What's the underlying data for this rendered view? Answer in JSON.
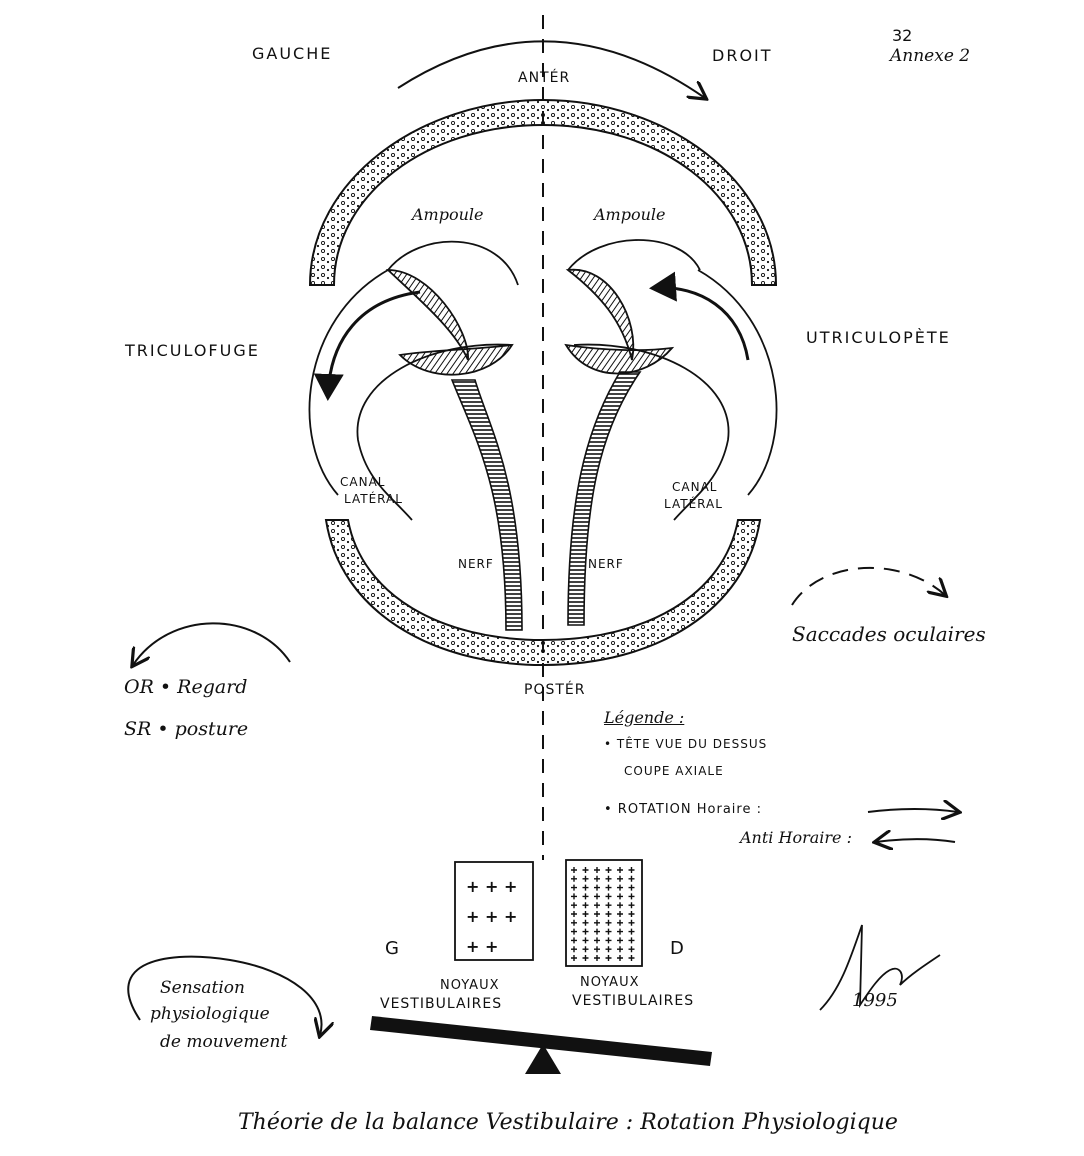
{
  "labels": {
    "left": "GAUCHE",
    "right": "DROIT",
    "anterior": "ANTÉR",
    "posterior": "POSTÉR",
    "page_number": "32",
    "annexe": "Annexe 2",
    "ampoule_left": "Ampoule",
    "ampoule_right": "Ampoule",
    "utriculofuge": "TRICULOFUGE",
    "utriculopete": "UTRICULOPÈTE",
    "canal_left_line1": "CANAL",
    "canal_left_line2": "LATÉRAL",
    "canal_right_line1": "CANAL",
    "canal_right_line2": "LATÉRAL",
    "nerf_left": "NERF",
    "nerf_right": "NERF",
    "saccades": "Saccades oculaires",
    "or_label": "OR • Regard",
    "sr_label": "SR • posture",
    "legend_title": "Légende :",
    "legend_item1_line1": "• TÊTE  VUE  DU  DESSUS",
    "legend_item1_line2": "COUPE  AXIALE",
    "legend_item2": "• ROTATION  Horaire :",
    "legend_item3": "Anti Horaire :",
    "g_label": "G",
    "d_label": "D",
    "noyaux_left_line1": "NOYAUX",
    "noyaux_left_line2": "VESTIBULAIRES",
    "noyaux_right_line1": "NOYAUX",
    "noyaux_right_line2": "VESTIBULAIRES",
    "sensation_line1": "Sensation",
    "sensation_line2": "physiologique",
    "sensation_line3": "de mouvement",
    "signature_year": "1995",
    "caption": "Théorie de la balance Vestibulaire : Rotation Physiologique"
  },
  "nuclei": {
    "left_plus_rows": [
      "+ + +",
      "+ + +",
      "+ +"
    ],
    "right_grid_rows": 11,
    "right_grid_cols": 6
  }
}
